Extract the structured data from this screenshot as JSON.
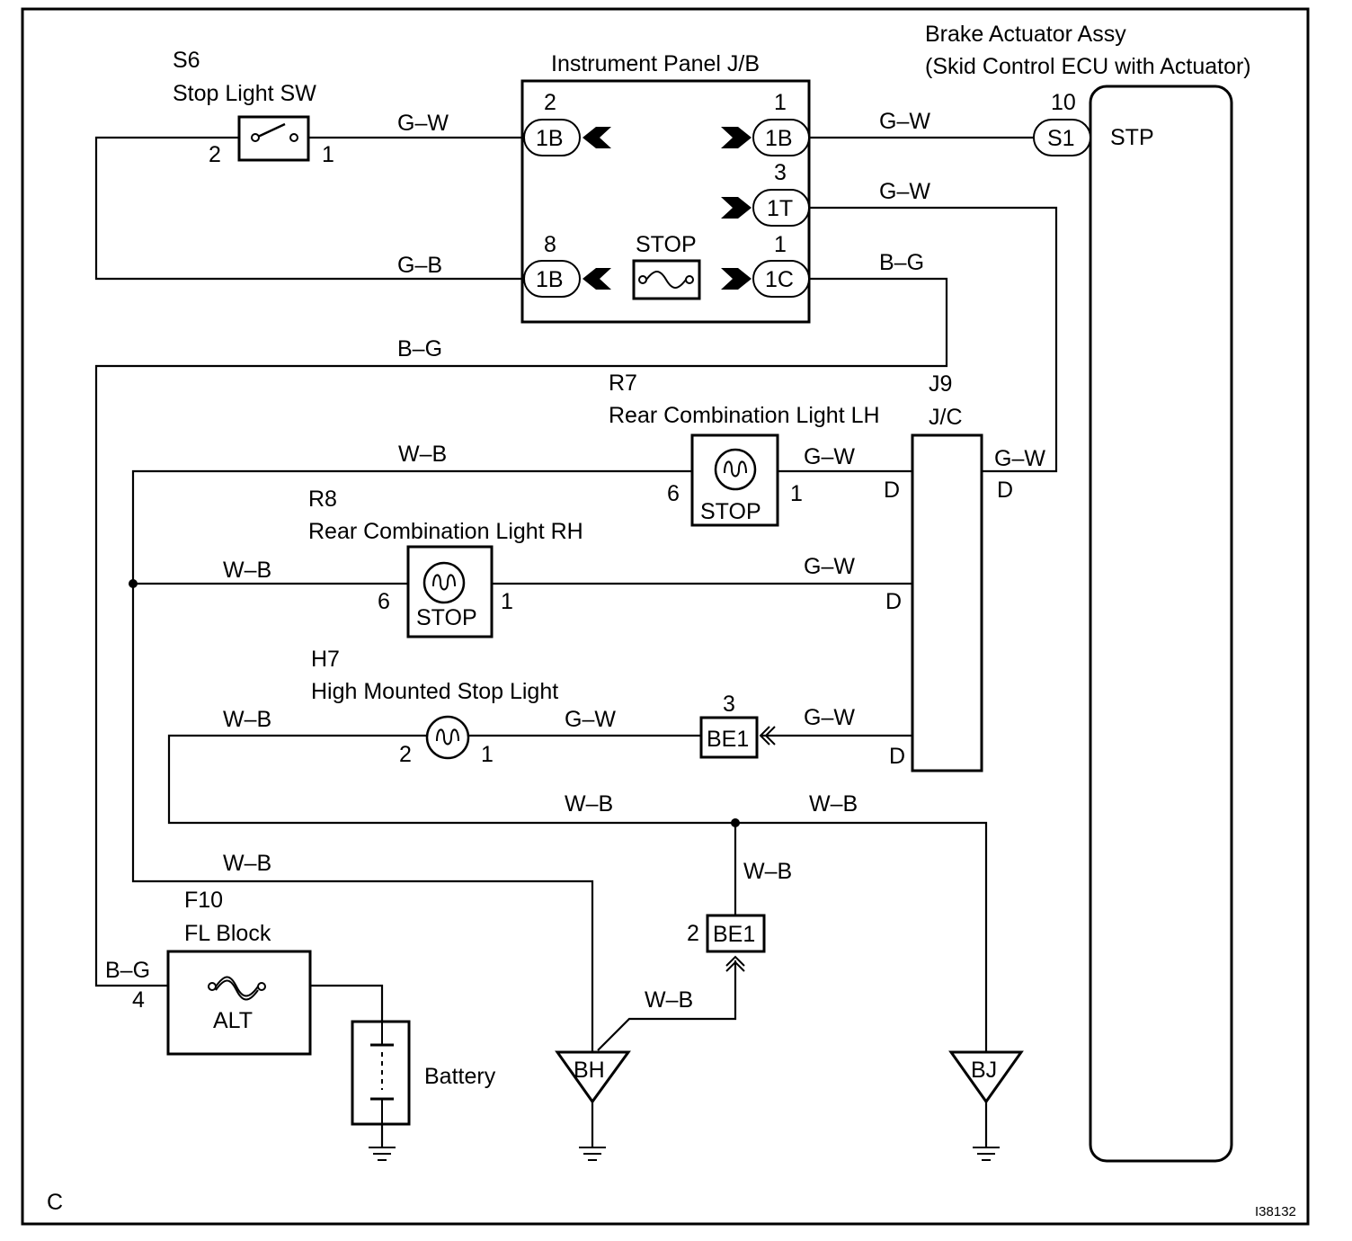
{
  "corner_label": "C",
  "figure_id": "I38132",
  "components": {
    "stop_sw": {
      "code": "S6",
      "name": "Stop Light SW",
      "pin_a": "2",
      "pin_b": "1"
    },
    "ip_jb": {
      "name": "Instrument Panel J/B",
      "c1_pin": "2",
      "c1_label": "1B",
      "c2_pin": "1",
      "c2_label": "1B",
      "c3_pin": "3",
      "c3_label": "1T",
      "c4_pin": "8",
      "c4_label": "1B",
      "c5_pin": "1",
      "c5_label": "1C",
      "fuse_label": "STOP"
    },
    "actuator": {
      "name_line1": "Brake Actuator Assy",
      "name_line2": "(Skid Control ECU with Actuator)",
      "pin": "10",
      "connector": "S1",
      "terminal": "STP"
    },
    "rcl_lh": {
      "code": "R7",
      "name": "Rear Combination Light LH",
      "label": "STOP",
      "pin_in": "6",
      "pin_out": "1"
    },
    "rcl_rh": {
      "code": "R8",
      "name": "Rear Combination Light RH",
      "label": "STOP",
      "pin_in": "6",
      "pin_out": "1"
    },
    "jc": {
      "code": "J9",
      "name": "J/C",
      "term_1": "D",
      "term_2": "D",
      "term_3": "D",
      "term_4": "D"
    },
    "hmsl": {
      "code": "H7",
      "name": "High Mounted Stop Light",
      "pin_a": "2",
      "pin_b": "1"
    },
    "be1_top": {
      "pin": "3",
      "label": "BE1"
    },
    "be1_bottom": {
      "pin": "2",
      "label": "BE1"
    },
    "fl_block": {
      "code": "F10",
      "name": "FL Block",
      "fuse_label": "ALT",
      "pin": "4"
    },
    "battery": {
      "name": "Battery"
    },
    "ground_bh": {
      "label": "BH"
    },
    "ground_bj": {
      "label": "BJ"
    }
  },
  "wires": {
    "sw_to_jb": "G–W",
    "jb_to_actuator": "G–W",
    "jb_1t_out": "G–W",
    "gb_return": "G–B",
    "jb_1c_out": "B–G",
    "bg_main": "B–G",
    "lh_ground": "W–B",
    "lh_feed": "G–W",
    "jc_feed": "G–W",
    "rh_ground": "W–B",
    "rh_feed": "G–W",
    "hmsl_ground": "W–B",
    "hmsl_feed": "G–W",
    "be1_feed": "G–W",
    "wb_left": "W–B",
    "wb_right": "W–B",
    "wb_lower": "W–B",
    "wb_be1": "W–B",
    "wb_bh": "W–B",
    "fl_bg": "B–G"
  }
}
